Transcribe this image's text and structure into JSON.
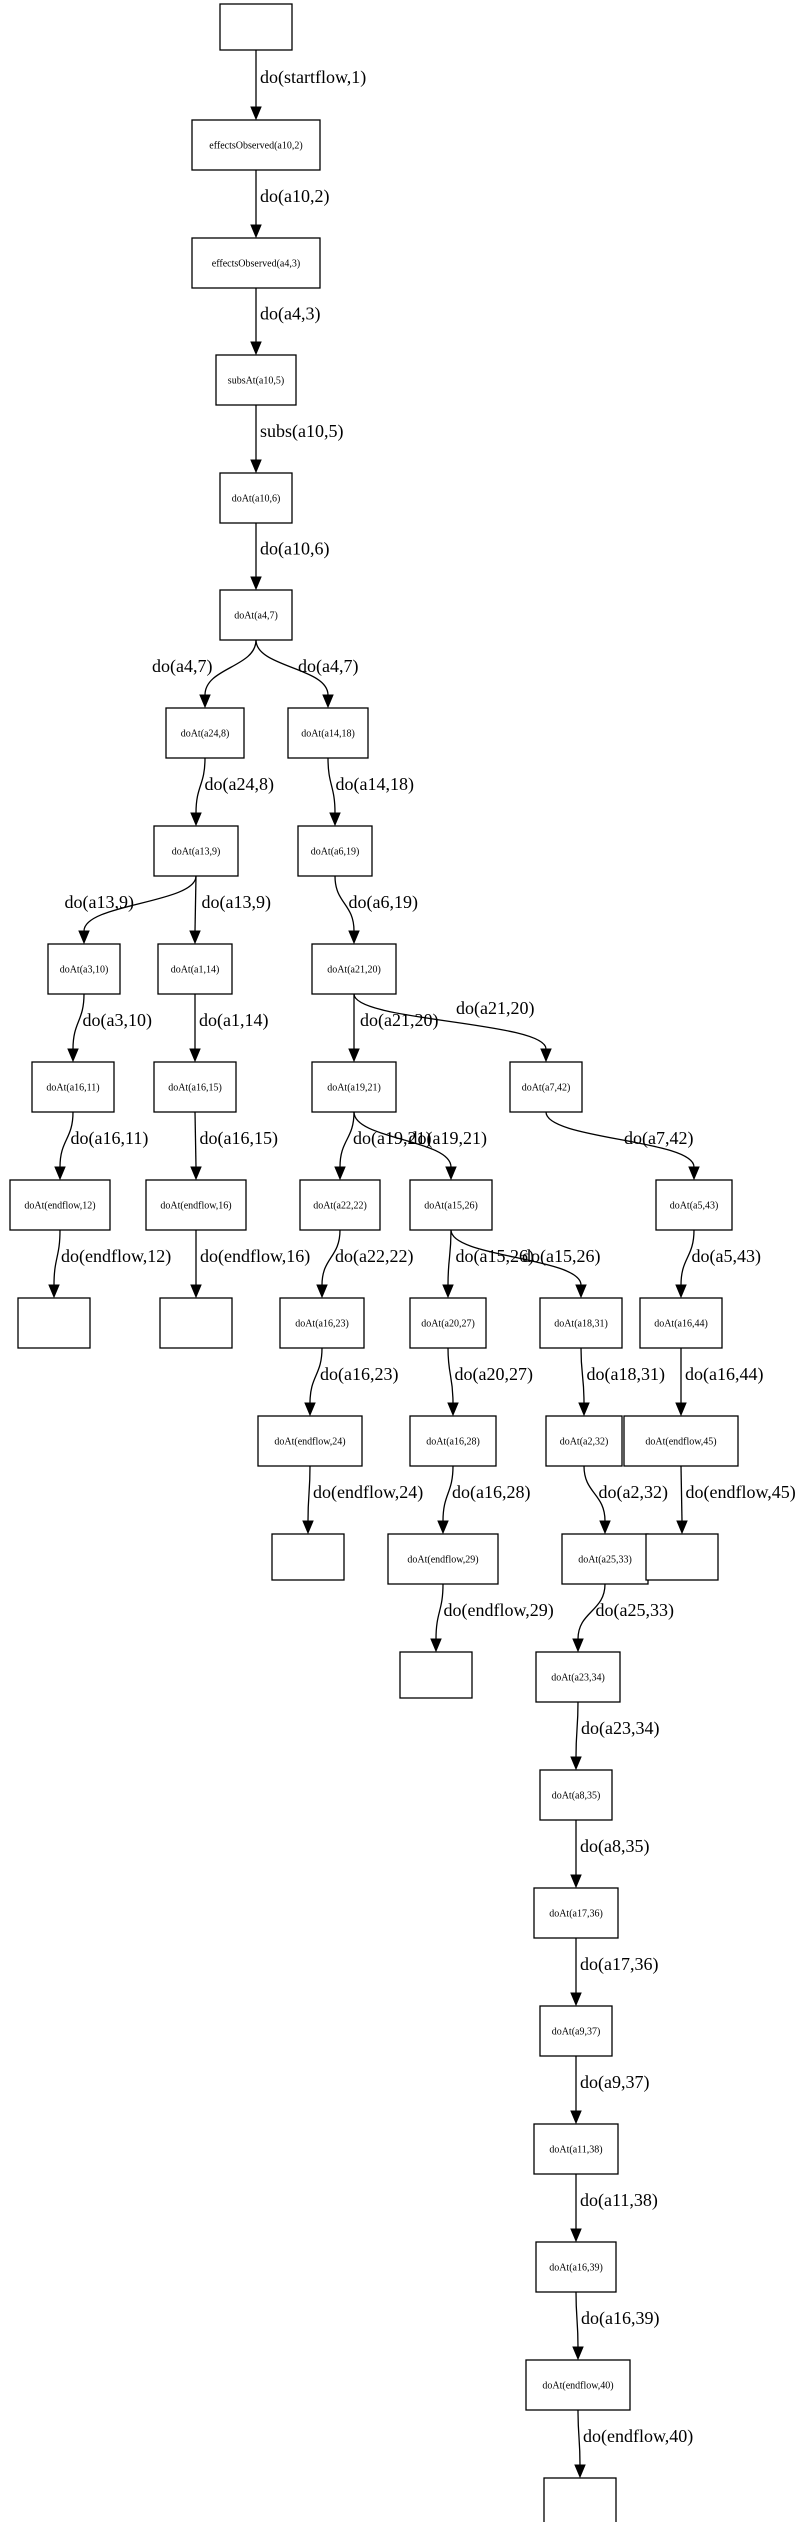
{
  "graph": {
    "nodes": [
      {
        "id": "n0",
        "label": ""
      },
      {
        "id": "n1",
        "label": "effectsObserved(a10,2)"
      },
      {
        "id": "n2",
        "label": "effectsObserved(a4,3)"
      },
      {
        "id": "n3",
        "label": "subsAt(a10,5)"
      },
      {
        "id": "n4",
        "label": "doAt(a10,6)"
      },
      {
        "id": "n5",
        "label": "doAt(a4,7)"
      },
      {
        "id": "n6",
        "label": "doAt(a24,8)"
      },
      {
        "id": "n7",
        "label": "doAt(a14,18)"
      },
      {
        "id": "n8",
        "label": "doAt(a13,9)"
      },
      {
        "id": "n9",
        "label": "doAt(a6,19)"
      },
      {
        "id": "n10",
        "label": "doAt(a3,10)"
      },
      {
        "id": "n11",
        "label": "doAt(a1,14)"
      },
      {
        "id": "n12",
        "label": "doAt(a21,20)"
      },
      {
        "id": "n13",
        "label": "doAt(a16,11)"
      },
      {
        "id": "n14",
        "label": "doAt(a16,15)"
      },
      {
        "id": "n15",
        "label": "doAt(a19,21)"
      },
      {
        "id": "n16",
        "label": "doAt(a7,42)"
      },
      {
        "id": "n17",
        "label": "doAt(endflow,12)"
      },
      {
        "id": "n18",
        "label": "doAt(endflow,16)"
      },
      {
        "id": "n19",
        "label": "doAt(a22,22)"
      },
      {
        "id": "n20",
        "label": "doAt(a15,26)"
      },
      {
        "id": "n21",
        "label": "doAt(a5,43)"
      },
      {
        "id": "n22",
        "label": ""
      },
      {
        "id": "n23",
        "label": ""
      },
      {
        "id": "n24",
        "label": "doAt(a16,23)"
      },
      {
        "id": "n25",
        "label": "doAt(a20,27)"
      },
      {
        "id": "n26",
        "label": "doAt(a18,31)"
      },
      {
        "id": "n27",
        "label": "doAt(a16,44)"
      },
      {
        "id": "n28",
        "label": "doAt(endflow,24)"
      },
      {
        "id": "n29",
        "label": "doAt(a16,28)"
      },
      {
        "id": "n30",
        "label": "doAt(a2,32)"
      },
      {
        "id": "n31",
        "label": "doAt(endflow,45)"
      },
      {
        "id": "n32",
        "label": ""
      },
      {
        "id": "n33",
        "label": "doAt(endflow,29)"
      },
      {
        "id": "n34",
        "label": "doAt(a25,33)"
      },
      {
        "id": "n35",
        "label": ""
      },
      {
        "id": "n36",
        "label": ""
      },
      {
        "id": "n37",
        "label": "doAt(a23,34)"
      },
      {
        "id": "n38",
        "label": "doAt(a8,35)"
      },
      {
        "id": "n39",
        "label": "doAt(a17,36)"
      },
      {
        "id": "n40",
        "label": "doAt(a9,37)"
      },
      {
        "id": "n41",
        "label": "doAt(a11,38)"
      },
      {
        "id": "n42",
        "label": "doAt(a16,39)"
      },
      {
        "id": "n43",
        "label": "doAt(endflow,40)"
      },
      {
        "id": "n44",
        "label": ""
      }
    ],
    "edges": [
      {
        "from": "n0",
        "to": "n1",
        "label": "do(startflow,1)"
      },
      {
        "from": "n1",
        "to": "n2",
        "label": "do(a10,2)"
      },
      {
        "from": "n2",
        "to": "n3",
        "label": "do(a4,3)"
      },
      {
        "from": "n3",
        "to": "n4",
        "label": "subs(a10,5)"
      },
      {
        "from": "n4",
        "to": "n5",
        "label": "do(a10,6)"
      },
      {
        "from": "n5",
        "to": "n6",
        "label": "do(a4,7)"
      },
      {
        "from": "n5",
        "to": "n7",
        "label": "do(a4,7)"
      },
      {
        "from": "n6",
        "to": "n8",
        "label": "do(a24,8)"
      },
      {
        "from": "n7",
        "to": "n9",
        "label": "do(a14,18)"
      },
      {
        "from": "n8",
        "to": "n10",
        "label": "do(a13,9)"
      },
      {
        "from": "n8",
        "to": "n11",
        "label": "do(a13,9)"
      },
      {
        "from": "n9",
        "to": "n12",
        "label": "do(a6,19)"
      },
      {
        "from": "n10",
        "to": "n13",
        "label": "do(a3,10)"
      },
      {
        "from": "n11",
        "to": "n14",
        "label": "do(a1,14)"
      },
      {
        "from": "n12",
        "to": "n15",
        "label": "do(a21,20)"
      },
      {
        "from": "n12",
        "to": "n16",
        "label": "do(a21,20)"
      },
      {
        "from": "n13",
        "to": "n17",
        "label": "do(a16,11)"
      },
      {
        "from": "n14",
        "to": "n18",
        "label": "do(a16,15)"
      },
      {
        "from": "n15",
        "to": "n19",
        "label": "do(a19,21)"
      },
      {
        "from": "n15",
        "to": "n20",
        "label": "do(a19,21)"
      },
      {
        "from": "n16",
        "to": "n21",
        "label": "do(a7,42)"
      },
      {
        "from": "n17",
        "to": "n22",
        "label": "do(endflow,12)"
      },
      {
        "from": "n18",
        "to": "n23",
        "label": "do(endflow,16)"
      },
      {
        "from": "n19",
        "to": "n24",
        "label": "do(a22,22)"
      },
      {
        "from": "n20",
        "to": "n25",
        "label": "do(a15,26)"
      },
      {
        "from": "n20",
        "to": "n26",
        "label": "do(a15,26)"
      },
      {
        "from": "n21",
        "to": "n27",
        "label": "do(a5,43)"
      },
      {
        "from": "n24",
        "to": "n28",
        "label": "do(a16,23)"
      },
      {
        "from": "n25",
        "to": "n29",
        "label": "do(a20,27)"
      },
      {
        "from": "n26",
        "to": "n30",
        "label": "do(a18,31)"
      },
      {
        "from": "n27",
        "to": "n31",
        "label": "do(a16,44)"
      },
      {
        "from": "n28",
        "to": "n32",
        "label": "do(endflow,24)"
      },
      {
        "from": "n29",
        "to": "n33",
        "label": "do(a16,28)"
      },
      {
        "from": "n30",
        "to": "n34",
        "label": "do(a2,32)"
      },
      {
        "from": "n31",
        "to": "n35",
        "label": "do(endflow,45)"
      },
      {
        "from": "n33",
        "to": "n36",
        "label": "do(endflow,29)"
      },
      {
        "from": "n34",
        "to": "n37",
        "label": "do(a25,33)"
      },
      {
        "from": "n37",
        "to": "n38",
        "label": "do(a23,34)"
      },
      {
        "from": "n38",
        "to": "n39",
        "label": "do(a8,35)"
      },
      {
        "from": "n39",
        "to": "n40",
        "label": "do(a17,36)"
      },
      {
        "from": "n40",
        "to": "n41",
        "label": "do(a9,37)"
      },
      {
        "from": "n41",
        "to": "n42",
        "label": "do(a11,38)"
      },
      {
        "from": "n42",
        "to": "n43",
        "label": "do(a16,39)"
      },
      {
        "from": "n43",
        "to": "n44",
        "label": "do(endflow,40)"
      }
    ]
  }
}
